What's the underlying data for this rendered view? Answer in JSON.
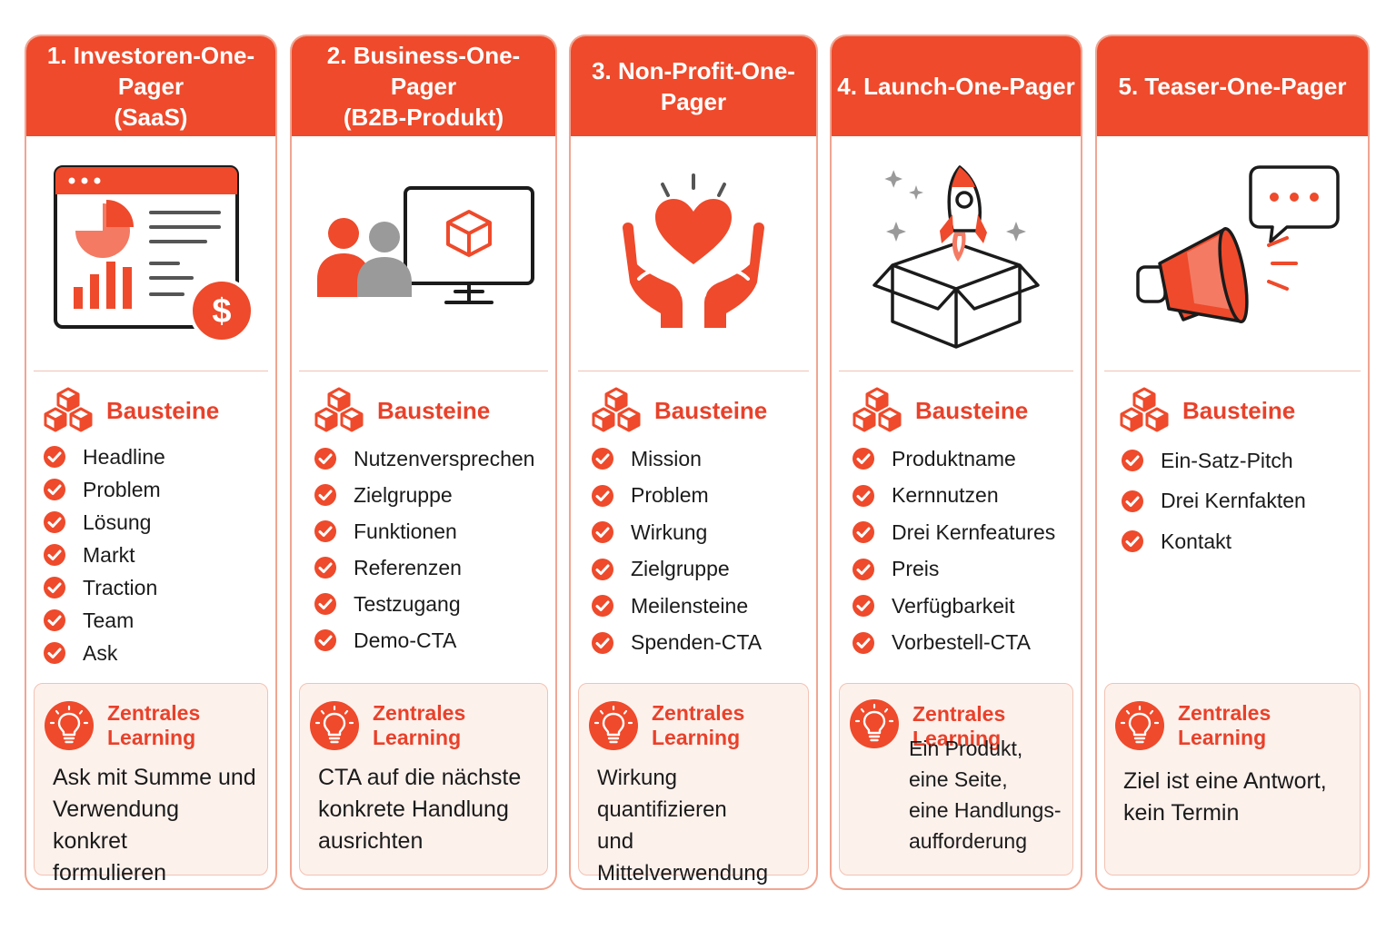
{
  "colors": {
    "accent": "#ee4a2b",
    "accent_light": "#f47a63",
    "grey": "#9a9a9a",
    "panel": "#fdf1ec",
    "border": "#f0a592"
  },
  "section_label": "Bausteine",
  "learning_label": "Zentrales Learning",
  "cards": [
    {
      "title": "1. Investoren-One-Pager\n(SaaS)",
      "illustration": "dashboard-dollar-icon",
      "items": [
        "Headline",
        "Problem",
        "Lösung",
        "Markt",
        "Traction",
        "Team",
        "Ask"
      ],
      "learning": "Ask mit Summe und\nVerwendung konkret\nformulieren"
    },
    {
      "title": "2. Business-One-Pager\n(B2B-Produkt)",
      "illustration": "people-monitor-icon",
      "items": [
        "Nutzenversprechen",
        "Zielgruppe",
        "Funktionen",
        "Referenzen",
        "Testzugang",
        "Demo-CTA"
      ],
      "learning": "CTA auf die nächste\nkonkrete Handlung\nausrichten"
    },
    {
      "title": "3. Non-Profit-One-Pager",
      "illustration": "hands-heart-icon",
      "items": [
        "Mission",
        "Problem",
        "Wirkung",
        "Zielgruppe",
        "Meilensteine",
        "Spenden-CTA"
      ],
      "learning": "Wirkung quantifizieren\nund Mittelverwendung\nbenennen"
    },
    {
      "title": "4. Launch-One-Pager",
      "illustration": "rocket-box-icon",
      "items": [
        "Produktname",
        "Kernnutzen",
        "Drei Kernfeatures",
        "Preis",
        "Verfügbarkeit",
        "Vorbestell-CTA"
      ],
      "learning": "Ein Produkt,\neine Seite,\neine Handlungs-\naufforderung"
    },
    {
      "title": "5. Teaser-One-Pager",
      "illustration": "megaphone-chat-icon",
      "items": [
        "Ein-Satz-Pitch",
        "Drei Kernfakten",
        "Kontakt"
      ],
      "learning": "Ziel ist eine Antwort,\nkein Termin"
    }
  ]
}
